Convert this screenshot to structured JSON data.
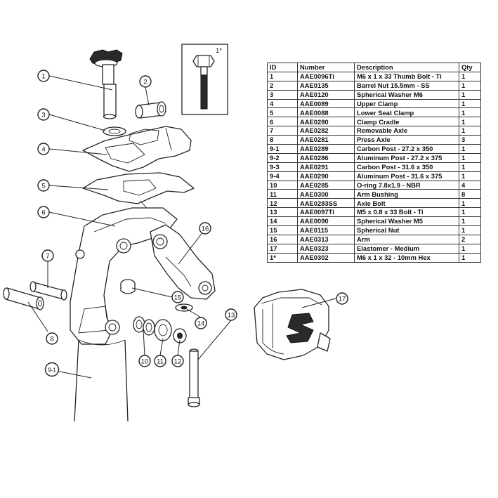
{
  "table": {
    "headers": [
      "ID",
      "Number",
      "Description",
      "Qty"
    ],
    "rows": [
      [
        "1",
        "AAE0096Ti",
        "M6 x 1 x 33 Thumb Bolt - Ti",
        "1"
      ],
      [
        "2",
        "AAE0135",
        "Barrel Nut 15.5mm - SS",
        "1"
      ],
      [
        "3",
        "AAE0120",
        "Spherical Washer M6",
        "1"
      ],
      [
        "4",
        "AAE0089",
        "Upper Clamp",
        "1"
      ],
      [
        "5",
        "AAE0088",
        "Lower Seat Clamp",
        "1"
      ],
      [
        "6",
        "AAE0280",
        "Clamp Cradle",
        "1"
      ],
      [
        "7",
        "AAE0282",
        "Removable Axle",
        "1"
      ],
      [
        "8",
        "AAE0281",
        "Press Axle",
        "3"
      ],
      [
        "9-1",
        "AAE0289",
        "Carbon Post - 27.2 x 350",
        "1"
      ],
      [
        "9-2",
        "AAE0286",
        "Aluminum Post - 27.2 x 375",
        "1"
      ],
      [
        "9-3",
        "AAE0291",
        "Carbon Post - 31.6 x 350",
        "1"
      ],
      [
        "9-4",
        "AAE0290",
        "Aluminum Post - 31.6 x 375",
        "1"
      ],
      [
        "10",
        "AAE0285",
        "O-ring 7.8x1.9 - NBR",
        "4"
      ],
      [
        "11",
        "AAE0300",
        "Arm Bushing",
        "8"
      ],
      [
        "12",
        "AAE0283SS",
        "Axle Bolt",
        "1"
      ],
      [
        "13",
        "AAE0097Ti",
        "M5 x 0.8 x 33 Bolt - Ti",
        "1"
      ],
      [
        "14",
        "AAE0090",
        "Spherical Washer M5",
        "1"
      ],
      [
        "15",
        "AAE0115",
        "Spherical Nut",
        "1"
      ],
      [
        "16",
        "AAE0313",
        "Arm",
        "2"
      ],
      [
        "17",
        "AAE0323",
        "Elastomer - Medium",
        "1"
      ],
      [
        "1*",
        "AAE0302",
        "M6 x 1 x 32 - 10mm Hex",
        "1"
      ]
    ]
  },
  "callouts": {
    "c1": "1",
    "c2": "2",
    "c3": "3",
    "c4": "4",
    "c5": "5",
    "c6": "6",
    "c7": "7",
    "c8": "8",
    "c9_1": "9-1",
    "c10": "10",
    "c11": "11",
    "c12": "12",
    "c13": "13",
    "c14": "14",
    "c15": "15",
    "c16": "16",
    "c17": "17",
    "inset": "1*"
  }
}
